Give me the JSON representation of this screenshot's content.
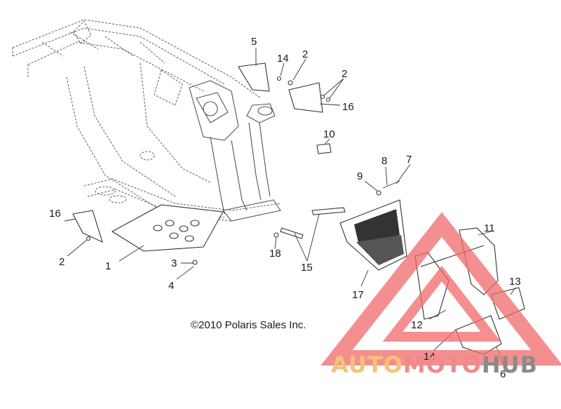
{
  "diagram": {
    "copyright": "©2010 Polaris Sales Inc.",
    "callouts": [
      {
        "id": "c1",
        "label": "1"
      },
      {
        "id": "c2a",
        "label": "2"
      },
      {
        "id": "c2b",
        "label": "2"
      },
      {
        "id": "c2c",
        "label": "2"
      },
      {
        "id": "c3",
        "label": "3"
      },
      {
        "id": "c4",
        "label": "4"
      },
      {
        "id": "c5",
        "label": "5"
      },
      {
        "id": "c6",
        "label": "6"
      },
      {
        "id": "c7",
        "label": "7"
      },
      {
        "id": "c8",
        "label": "8"
      },
      {
        "id": "c9",
        "label": "9"
      },
      {
        "id": "c10",
        "label": "10"
      },
      {
        "id": "c11",
        "label": "11"
      },
      {
        "id": "c12",
        "label": "12"
      },
      {
        "id": "c13",
        "label": "13"
      },
      {
        "id": "c14a",
        "label": "14"
      },
      {
        "id": "c14b",
        "label": "14"
      },
      {
        "id": "c15",
        "label": "15"
      },
      {
        "id": "c16a",
        "label": "16"
      },
      {
        "id": "c16b",
        "label": "16"
      },
      {
        "id": "c17",
        "label": "17"
      },
      {
        "id": "c18",
        "label": "18"
      }
    ]
  },
  "watermark": {
    "part1": "AUTO",
    "part2": "MOTO",
    "part3": "HUB",
    "color1": "#f5c27a",
    "color2": "#f08a8a",
    "color3": "#8a8a8a",
    "triangle_color": "#f06a6a"
  }
}
